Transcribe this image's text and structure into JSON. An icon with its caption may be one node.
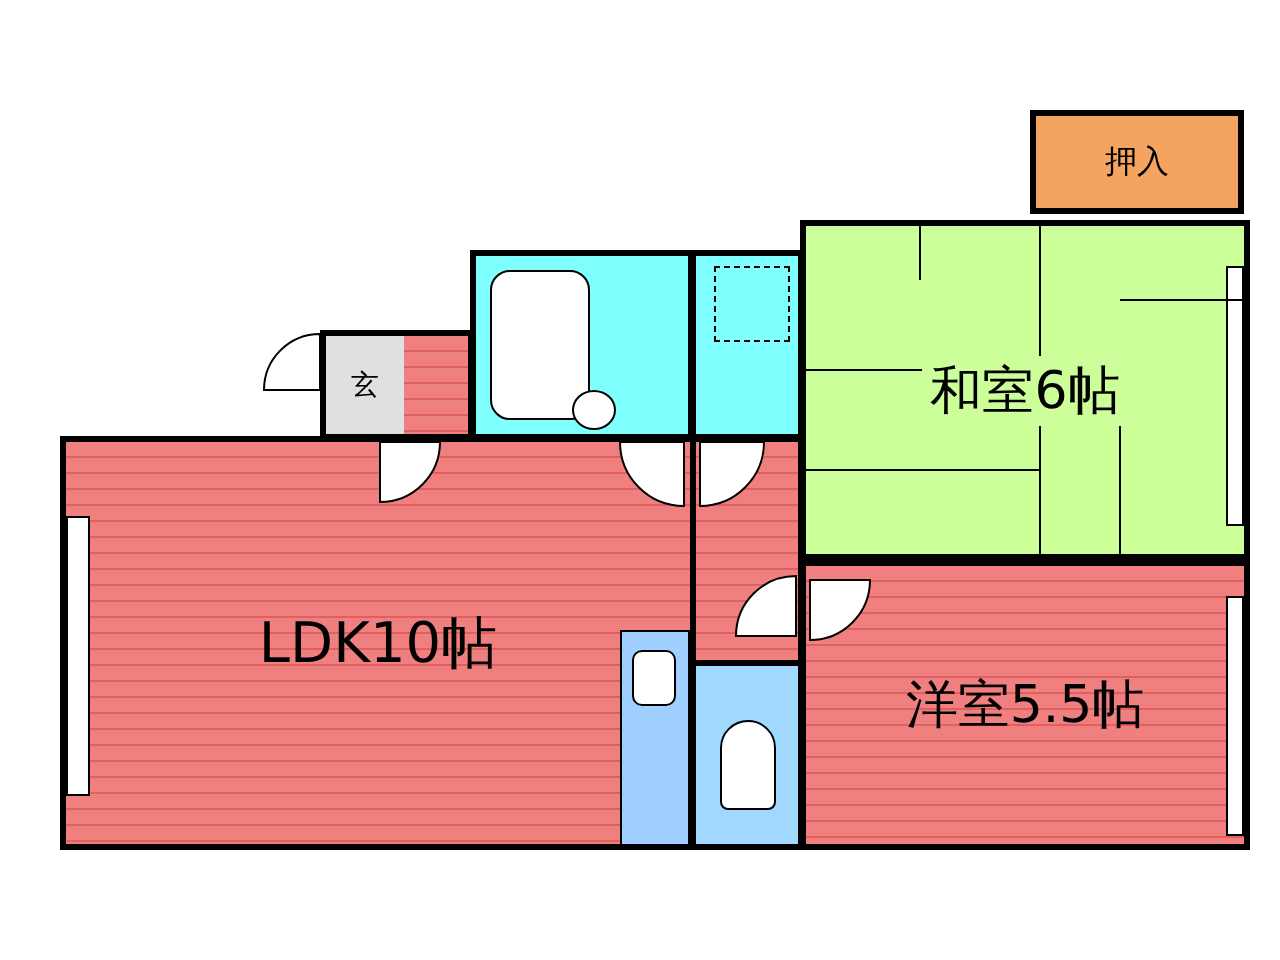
{
  "diagram": {
    "nodes": [
      {
        "text": [
          "押入"
        ]
      },
      {
        "text": [
          "玄"
        ]
      },
      {
        "text": [
          "和室6帖"
        ]
      },
      {
        "text": [
          "LDK10帖"
        ]
      },
      {
        "text": [
          "洋室5.5帖"
        ]
      }
    ]
  }
}
